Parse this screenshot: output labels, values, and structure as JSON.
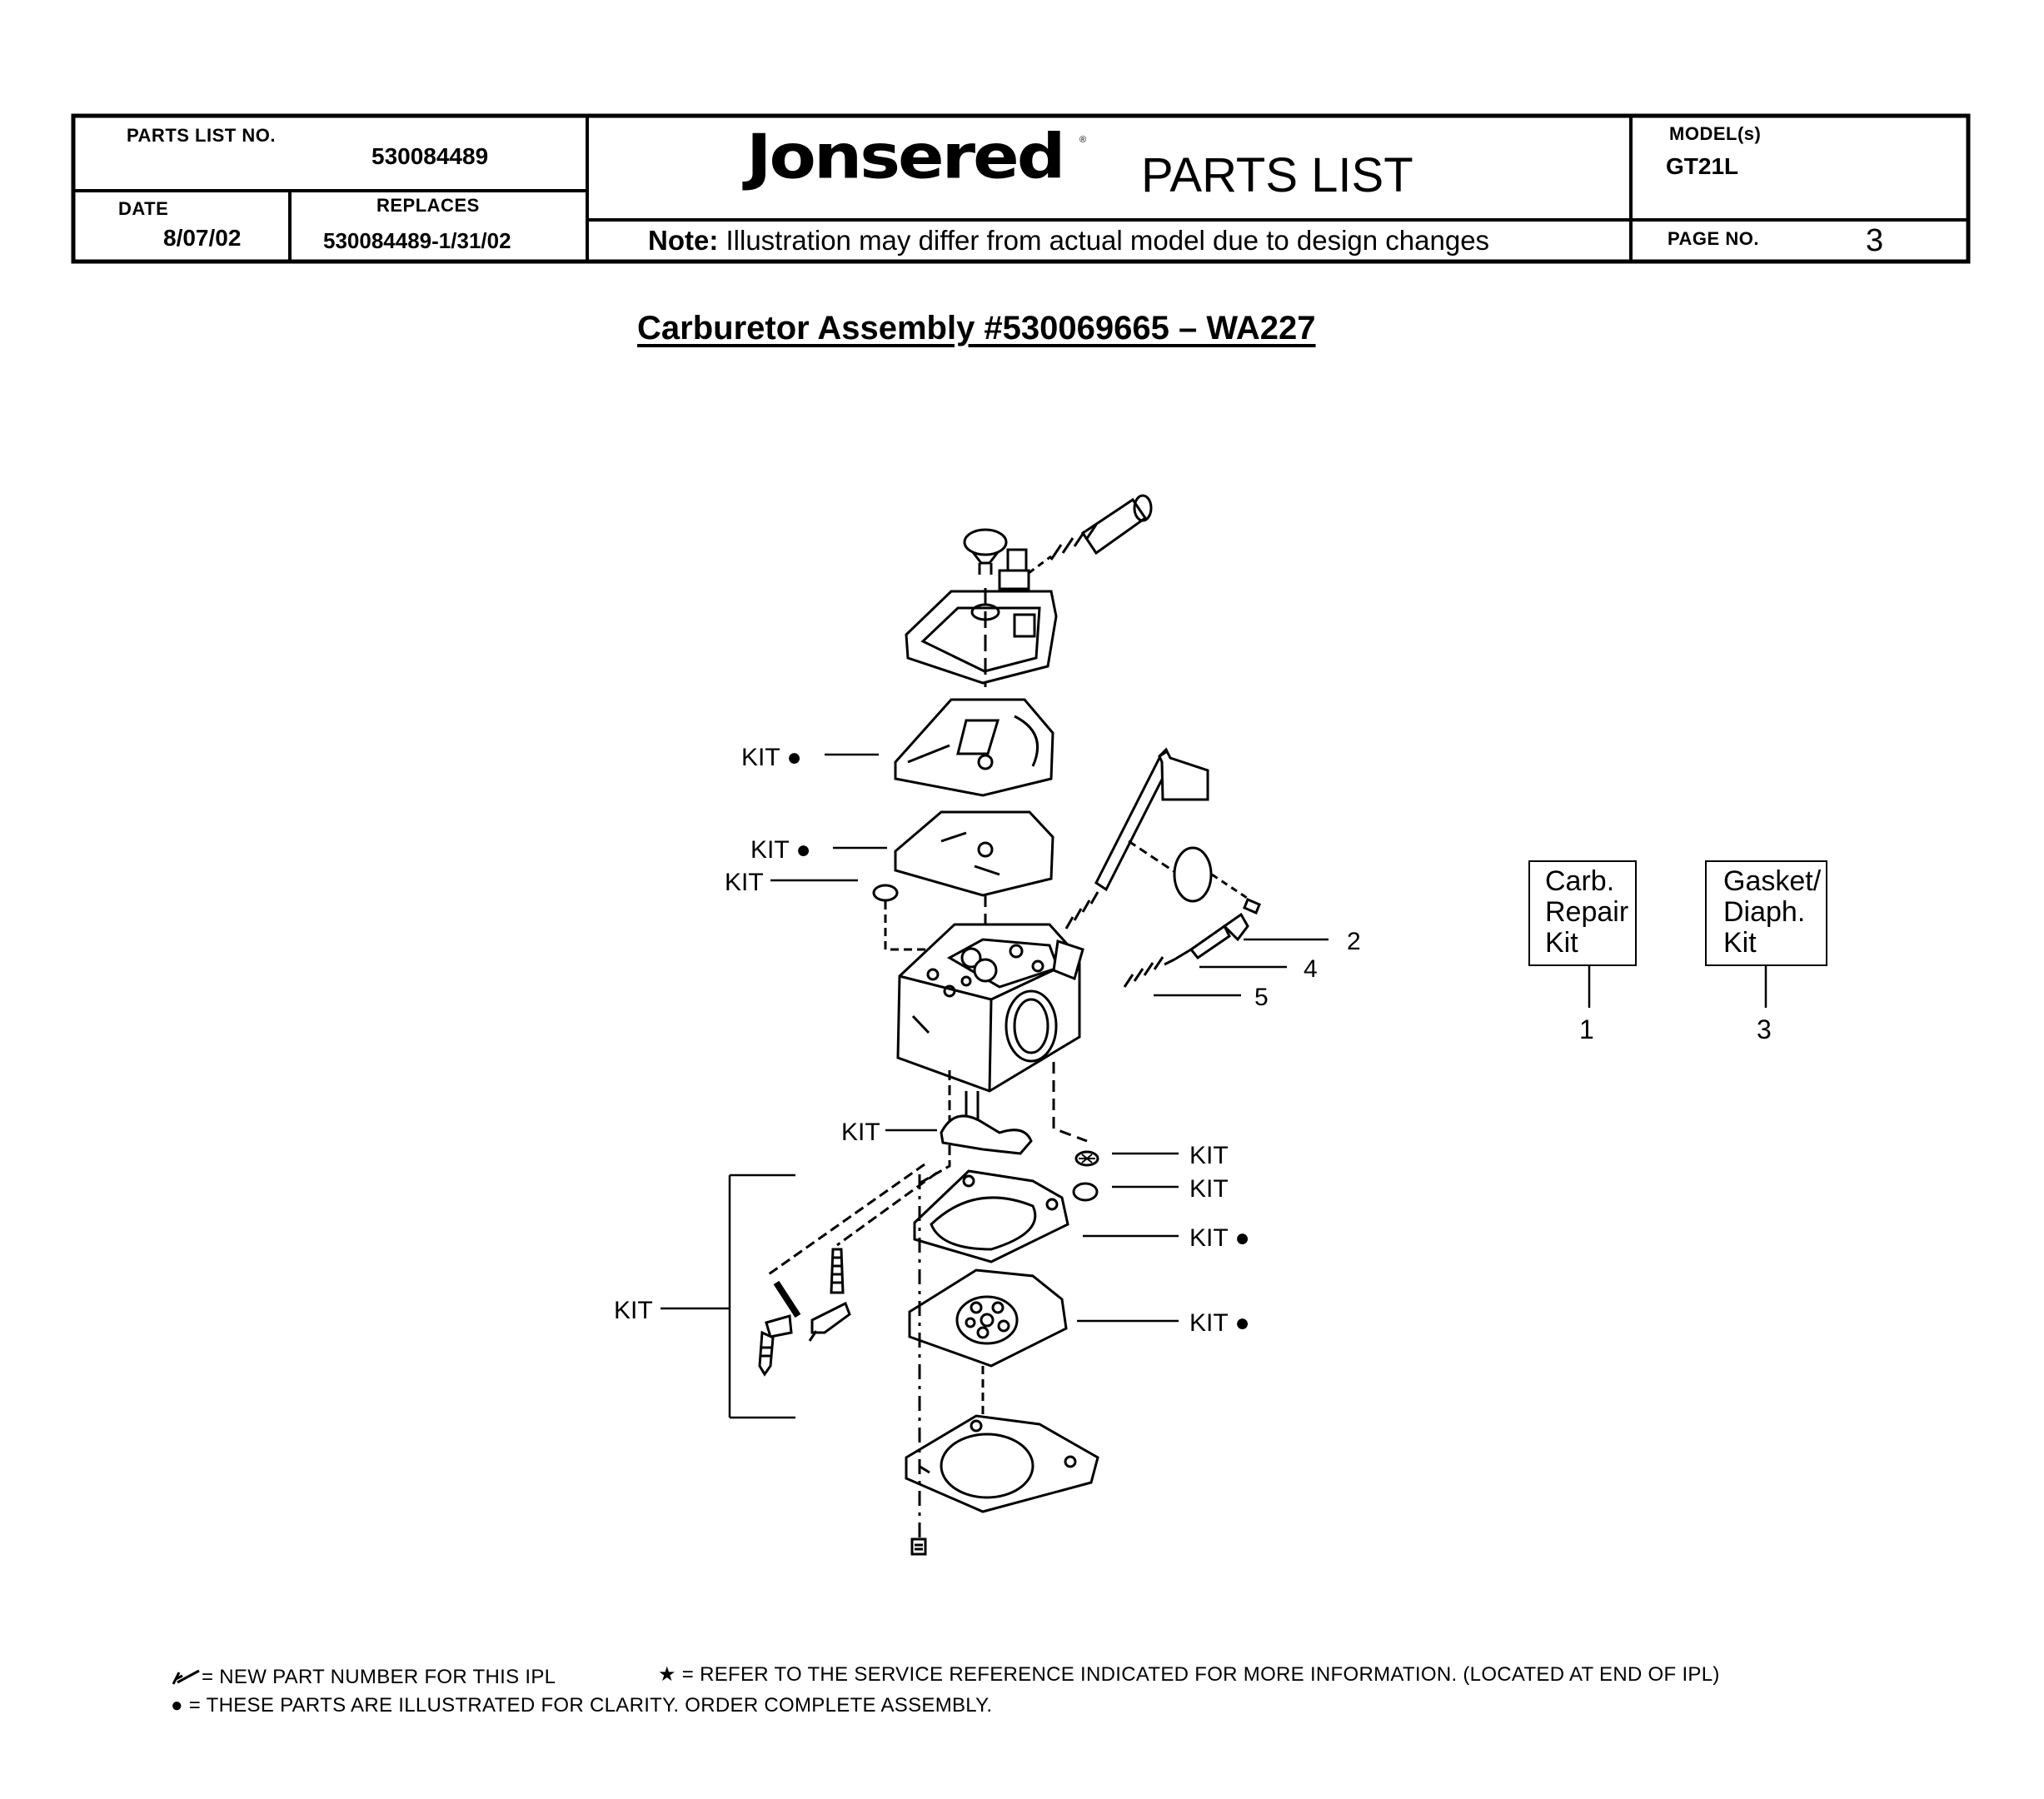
{
  "header": {
    "parts_list_no_label": "PARTS LIST NO.",
    "parts_list_no": "530084489",
    "date_label": "DATE",
    "date": "8/07/02",
    "replaces_label": "REPLACES",
    "replaces": "530084489-1/31/02",
    "brand": "Jonsered",
    "doc_title": "PARTS LIST",
    "note_label": "Note:",
    "note_text": "Illustration may differ from actual model due to design changes",
    "models_label": "MODEL(s)",
    "models": "GT21L",
    "page_label": "PAGE  NO.",
    "page_no": "3"
  },
  "assembly_title": "Carburetor Assembly  #530069665 – WA227",
  "callouts": {
    "kit_dot": "KIT ●",
    "kit": "KIT",
    "n2": "2",
    "n4": "4",
    "n5": "5"
  },
  "kit_boxes": [
    {
      "label": "Carb.\nRepair\nKit",
      "ref": "1"
    },
    {
      "label": "Gasket/\nDiaph.\nKit",
      "ref": "3"
    }
  ],
  "legend": {
    "new_part": "= NEW PART NUMBER FOR THIS  IPL",
    "star_note": "★ = REFER TO THE SERVICE REFERENCE  INDICATED FOR MORE INFORMATION. (LOCATED AT END OF IPL)",
    "dot_note": "●  = THESE PARTS ARE  ILLUSTRATED FOR CLARITY.    ORDER  COMPLETE    ASSEMBLY."
  }
}
